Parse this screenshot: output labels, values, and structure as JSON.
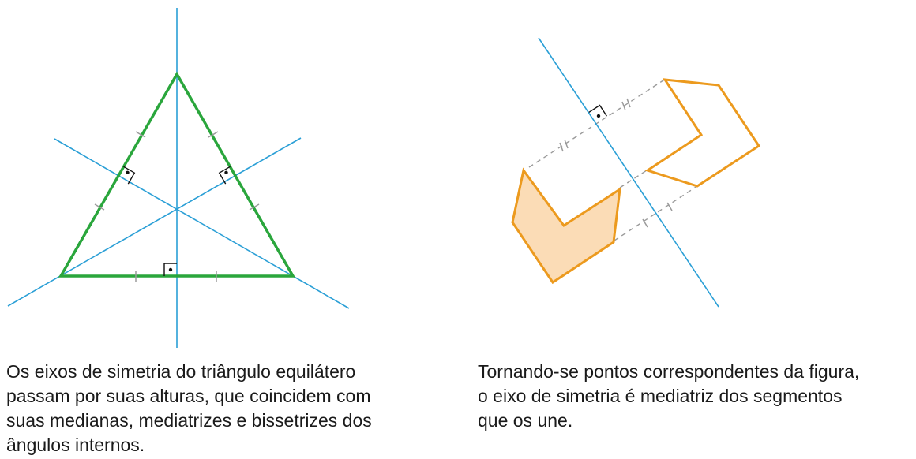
{
  "colors": {
    "axis": "#2a9fd6",
    "triangle": "#2aa63c",
    "shape_stroke": "#ec9a1e",
    "shape_fill": "#fbdcb6",
    "tick_marks": "#9a9a9a",
    "dashed": "#9a9a9a",
    "right_angle": "#111111",
    "text": "#1a1a1a"
  },
  "left_caption": {
    "lines": [
      "Os eixos de simetria do triângulo equilátero",
      "passam por suas alturas, que coincidem com",
      "suas medianas, mediatrizes e bissetrizes dos",
      "ângulos internos."
    ]
  },
  "right_caption": {
    "lines": [
      "Tornando-se pontos correspondentes da figura,",
      "o eixo de simetria é mediatriz dos segmentos",
      "que os une."
    ]
  }
}
